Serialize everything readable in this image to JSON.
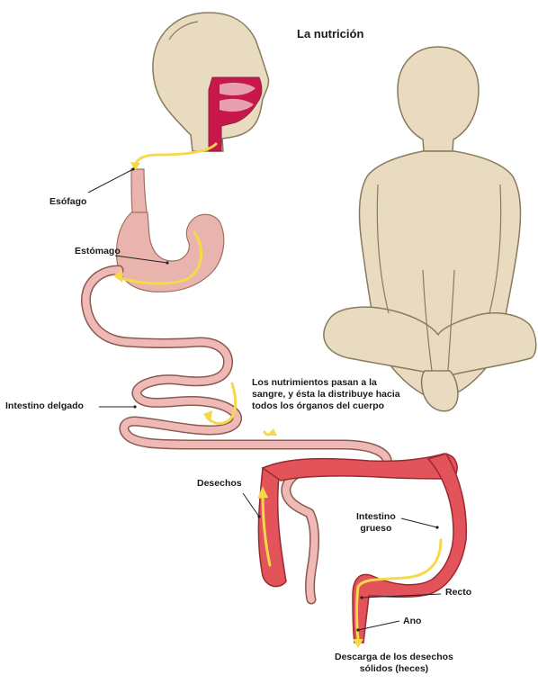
{
  "title": "La nutrición",
  "labels": {
    "esofago": "Esófago",
    "estomago": "Estómago",
    "intestino_delgado": "Intestino delgado",
    "nutrientes_l1": "Los nutrimientos pasan a la",
    "nutrientes_l2": "sangre, y ésta la distribuye hacia",
    "nutrientes_l3": "todos los órganos del cuerpo",
    "desechos": "Desechos",
    "intestino_grueso_l1": "Intestino",
    "intestino_grueso_l2": "grueso",
    "recto": "Recto",
    "ano": "Ano",
    "descarga_l1": "Descarga de los desechos",
    "descarga_l2": "sólidos (heces)"
  },
  "colors": {
    "skin": "#e8dbc0",
    "skin_outline": "#8a7a5e",
    "stomach": "#e9b4ae",
    "small_intestine": "#efb9b5",
    "large_intestine": "#e2535a",
    "flow_arrow": "#f5d94a",
    "mouth": "#c8184a"
  }
}
